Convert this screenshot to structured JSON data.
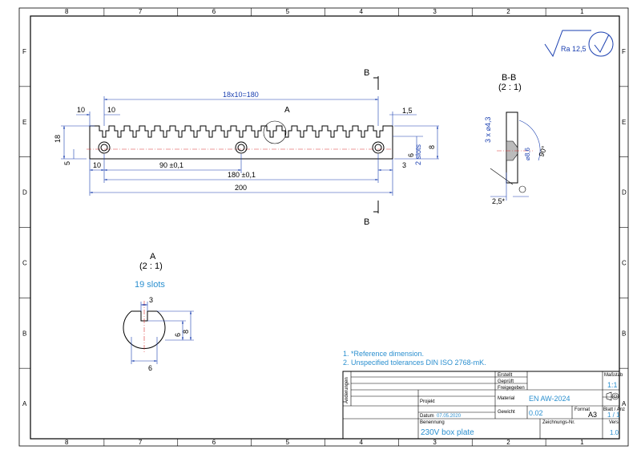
{
  "frame": {
    "columns": [
      "8",
      "7",
      "6",
      "5",
      "4",
      "3",
      "2",
      "1"
    ],
    "rows": [
      "F",
      "E",
      "D",
      "C",
      "B",
      "A"
    ]
  },
  "surface": {
    "text": "Ra 12,5"
  },
  "section": {
    "name": "B-B",
    "scale": "(2 : 1)",
    "cut_letter": "B",
    "hole_callout": "3 x ⌀4,3",
    "cs_dia": "⌀8,6",
    "angle": "90°",
    "chamfer": "2,5*"
  },
  "detail_ref": "A",
  "detail": {
    "name": "A",
    "scale": "(2 : 1)",
    "slots": "19 slots",
    "dim_top": "3",
    "dim_bottom": "6",
    "dim_inner": "6",
    "dim_outer": "8"
  },
  "main_dims": {
    "pitch": "18x10=180",
    "left_10a": "10",
    "left_10b": "10",
    "right_15": "1,5",
    "h18": "18",
    "h5": "5",
    "h6": "6",
    "slots2": "2 slots",
    "h8": "8",
    "b10": "10",
    "b90": "90 ±0,1",
    "b3": "3",
    "b180": "180 ±0,1",
    "b200": "200"
  },
  "notes": [
    "1. *Reference dimension.",
    "2. Unspecified tolerances DIN ISO 2768-mK."
  ],
  "title_block": {
    "aenderungen": "Änderungen",
    "erstellt": "Erstellt",
    "geprueft": "Geprüft",
    "freigegeben": "Freigegeben",
    "massstab_label": "Maßstab",
    "massstab": "1:1",
    "projekt_label": "Projekt",
    "material_label": "Material",
    "material": "EN AW-2024",
    "datum_label": "Datum",
    "datum": "07.05.2020",
    "gewicht_label": "Gewicht",
    "gewicht": "0.02",
    "format_label": "Format",
    "format": "A3",
    "blatt_label": "Blatt / Anz",
    "blatt": "1 / 1",
    "benennung_label": "Benennung",
    "benennung": "230V box plate",
    "zeichnungsnr_label": "Zeichnungs-Nr.",
    "vers_label": "Vers.",
    "vers": "1.0"
  }
}
